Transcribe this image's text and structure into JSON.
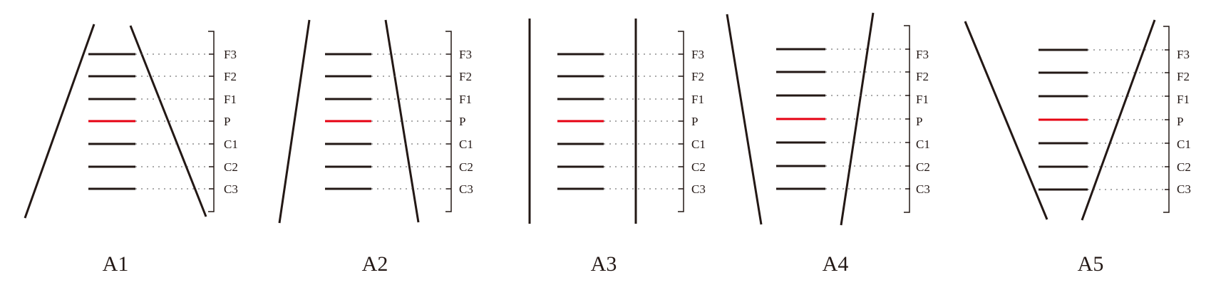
{
  "colors": {
    "line": "#231815",
    "highlight": "#e60012",
    "dots": "#555555",
    "background": "#ffffff"
  },
  "highlight_level": "P",
  "panels": [
    {
      "label": "A1",
      "levels": [
        "F3",
        "F2",
        "F1",
        "P",
        "C1",
        "C2",
        "C3"
      ]
    },
    {
      "label": "A2",
      "levels": [
        "F3",
        "F2",
        "F1",
        "P",
        "C1",
        "C2",
        "C3"
      ]
    },
    {
      "label": "A3",
      "levels": [
        "F3",
        "F2",
        "F1",
        "P",
        "C1",
        "C2",
        "C3"
      ]
    },
    {
      "label": "A4",
      "levels": [
        "F3",
        "F2",
        "F1",
        "P",
        "C1",
        "C2",
        "C3"
      ]
    },
    {
      "label": "A5",
      "levels": [
        "F3",
        "F2",
        "F1",
        "P",
        "C1",
        "C2",
        "C3"
      ]
    }
  ]
}
